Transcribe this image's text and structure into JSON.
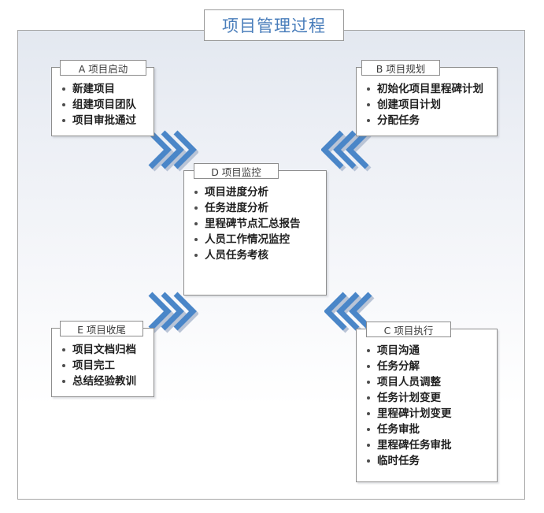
{
  "diagram": {
    "title": "项目管理过程",
    "title_color": "#4a7ebb",
    "frame_border_color": "#a6a6a6",
    "arrow_color": "#4a86c8",
    "arrow_shadow_color": "#b9c4d6",
    "boxes": [
      {
        "id": "A",
        "tab": "A  项目启动",
        "items": [
          "新建项目",
          "组建项目团队",
          "项目审批通过"
        ]
      },
      {
        "id": "B",
        "tab": "B  项目规划",
        "items": [
          "初始化项目里程碑计划",
          "创建项目计划",
          "分配任务"
        ]
      },
      {
        "id": "D",
        "tab": "D  项目监控",
        "items": [
          "项目进度分析",
          "任务进度分析",
          "里程碑节点汇总报告",
          "人员工作情况监控",
          "人员任务考核"
        ]
      },
      {
        "id": "E",
        "tab": "E  项目收尾",
        "items": [
          "项目文档归档",
          "项目完工",
          "总结经验教训"
        ]
      },
      {
        "id": "C",
        "tab": "C  项目执行",
        "items": [
          "项目沟通",
          "任务分解",
          "项目人员调整",
          "任务计划变更",
          "里程碑计划变更",
          "任务审批",
          "里程碑任务审批",
          "临时任务"
        ]
      }
    ],
    "arrows": [
      {
        "name": "arrow-a-to-d",
        "direction": "down-right"
      },
      {
        "name": "arrow-b-to-d",
        "direction": "down-left"
      },
      {
        "name": "arrow-e-to-d",
        "direction": "up-right"
      },
      {
        "name": "arrow-d-to-c",
        "direction": "up-left"
      }
    ]
  }
}
